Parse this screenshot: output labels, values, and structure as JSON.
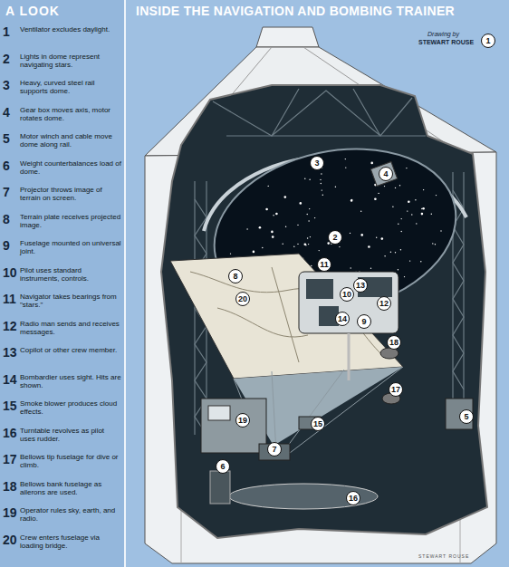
{
  "diagram": {
    "title": "INSIDE THE NAVIGATION AND BOMBING TRAINER",
    "labels": [
      "A LOOK",
      "1",
      "Ventilator excludes daylight.",
      "2",
      "Lights in dome represent navigating stars.",
      "3",
      "Heavy, curved steel rail supports dome.",
      "4",
      "Gear box moves axis, motor rotates dome.",
      "5",
      "Motor winch and cable move dome along rail.",
      "6",
      "Weight counterbalances load of dome.",
      "7",
      "Projector throws image of terrain on screen.",
      "8",
      "Terrain plate receives projected image.",
      "9",
      "Fuselage mounted on universal joint.",
      "10",
      "Pilot uses standard instruments, controls.",
      "11",
      "Navigator takes bearings from \"stars.\"",
      "12",
      "Radio man sends and receives messages.",
      "13",
      "Copilot or other crew member.",
      "14",
      "Bombardier uses sight. Hits are shown.",
      "15",
      "Smoke blower produces cloud effects.",
      "16",
      "Turntable revolves as pilot uses rudder.",
      "17",
      "Bellows tip fuselage for dive or climb.",
      "18",
      "Bellows bank fuselage as ailerons are used.",
      "19",
      "Operator rules sky, earth, and radio.",
      "20",
      "Crew enters fuselage via loading bridge.",
      "Drawing by",
      "STEWART ROUSE",
      "1",
      "2",
      "3",
      "4",
      "5",
      "6",
      "7",
      "8",
      "9",
      "10",
      "11",
      "12",
      "13",
      "14",
      "15",
      "16",
      "17",
      "18",
      "19",
      "20",
      "STEWART ROUSE"
    ]
  }
}
